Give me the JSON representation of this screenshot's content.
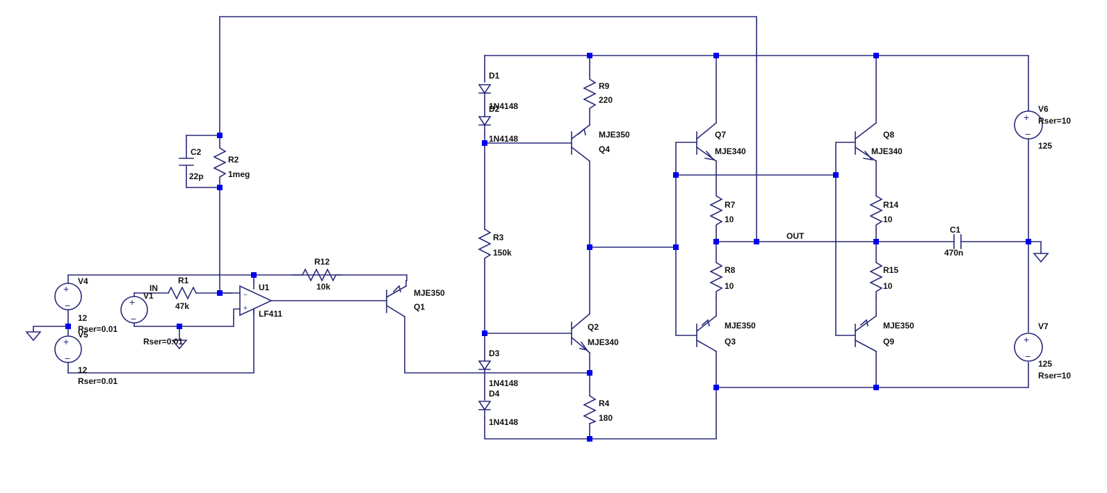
{
  "components": {
    "V4": {
      "ref": "V4",
      "value": "12",
      "rser": "Rser=0.01"
    },
    "V5": {
      "ref": "V5",
      "value": "12",
      "rser": "Rser=0.01"
    },
    "V1": {
      "ref": "V1",
      "rser": "Rser=0.01"
    },
    "R1": {
      "ref": "R1",
      "value": "47k"
    },
    "U1": {
      "ref": "U1",
      "model": "LF411"
    },
    "R12": {
      "ref": "R12",
      "value": "10k"
    },
    "Q1": {
      "ref": "Q1",
      "model": "MJE350"
    },
    "C2": {
      "ref": "C2",
      "value": "22p"
    },
    "R2": {
      "ref": "R2",
      "value": "1meg"
    },
    "D1": {
      "ref": "D1",
      "model": "1N4148"
    },
    "D2": {
      "ref": "D2",
      "model": "1N4148"
    },
    "D3": {
      "ref": "D3",
      "model": "1N4148"
    },
    "D4": {
      "ref": "D4",
      "model": "1N4148"
    },
    "R3": {
      "ref": "R3",
      "value": "150k"
    },
    "R9": {
      "ref": "R9",
      "value": "220"
    },
    "Q4": {
      "ref": "Q4",
      "model": "MJE350"
    },
    "Q2": {
      "ref": "Q2",
      "model": "MJE340"
    },
    "R4": {
      "ref": "R4",
      "value": "180"
    },
    "Q7": {
      "ref": "Q7",
      "model": "MJE340"
    },
    "R7": {
      "ref": "R7",
      "value": "10"
    },
    "R8": {
      "ref": "R8",
      "value": "10"
    },
    "Q3": {
      "ref": "Q3",
      "model": "MJE350"
    },
    "Q8": {
      "ref": "Q8",
      "model": "MJE340"
    },
    "R14": {
      "ref": "R14",
      "value": "10"
    },
    "R15": {
      "ref": "R15",
      "value": "10"
    },
    "Q9": {
      "ref": "Q9",
      "model": "MJE350"
    },
    "C1": {
      "ref": "C1",
      "value": "470n"
    },
    "V6": {
      "ref": "V6",
      "value": "125",
      "rser": "Rser=10"
    },
    "V7": {
      "ref": "V7",
      "value": "125",
      "rser": "Rser=10"
    }
  },
  "nets": {
    "in": "IN",
    "out": "OUT"
  },
  "colors": {
    "wire": "#28287a",
    "junction": "#0000ee",
    "label": "#111111",
    "background": "#ffffff"
  }
}
